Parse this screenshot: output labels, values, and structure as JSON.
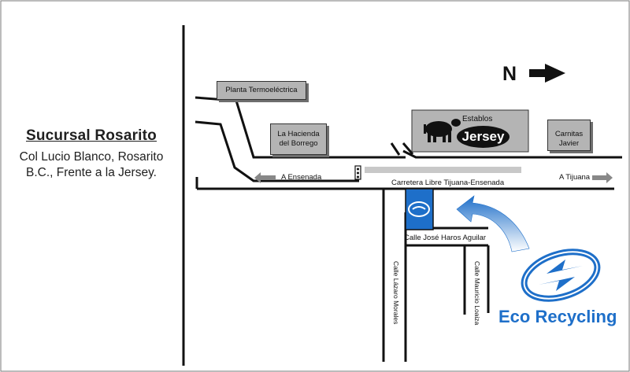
{
  "branch": {
    "title": "Sucursal Rosarito",
    "address_lines": [
      "Col Lucio Blanco, Rosarito",
      "B.C., Frente a la Jersey."
    ]
  },
  "north_label": "N",
  "landmarks": {
    "planta": "Planta Termoeléctrica",
    "hacienda_line1": "La Hacienda",
    "hacienda_line2": "del Borrego",
    "establos": "Establos",
    "jersey": "Jersey",
    "carnitas_line1": "Carnitas",
    "carnitas_line2": "Javier"
  },
  "roads": {
    "to_ensenada": "A Ensenada",
    "to_tijuana": "A Tijuana",
    "main_highway": "Carretera Libre Tijuana-Ensenada",
    "calle_jose": "Calle José Haros Aguilar",
    "calle_lazaro": "Calle Lázaro Morales",
    "calle_mauricio": "Calle Mauricio Loaiza"
  },
  "brand": {
    "name": "Eco Recycling"
  },
  "colors": {
    "brand_blue": "#1e6fc9",
    "box_gray": "#b4b4b4",
    "road": "#111111"
  },
  "icons": [
    "north-arrow-icon",
    "cow-icon",
    "pig-icon",
    "traffic-light-icon",
    "recycle-icon",
    "left-arrow-icon",
    "right-arrow-icon",
    "curved-arrow-icon"
  ]
}
